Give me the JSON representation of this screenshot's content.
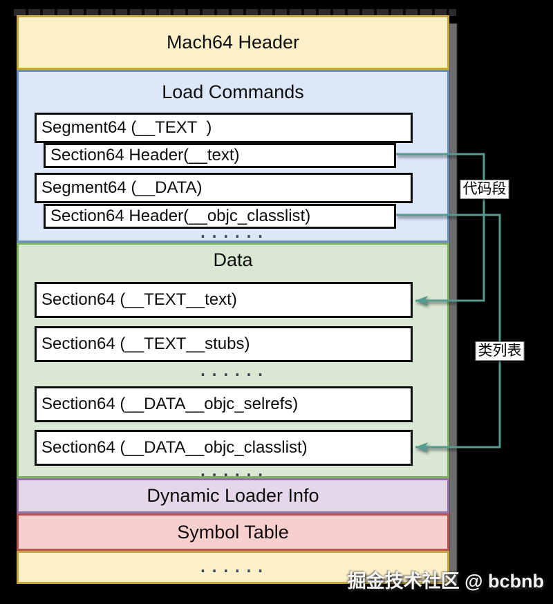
{
  "header": {
    "title": "Mach64 Header"
  },
  "load_commands": {
    "title": "Load Commands",
    "boxes": [
      {
        "label": "Segment64 (__TEXT  )"
      },
      {
        "label": "Section64 Header(__text)"
      },
      {
        "label": "Segment64 (__DATA)"
      },
      {
        "label": "Section64 Header(__objc_classlist)"
      }
    ],
    "ellipsis": "......"
  },
  "data_region": {
    "title": "Data",
    "boxes": [
      {
        "label": "Section64 (__TEXT__text)"
      },
      {
        "label": "Section64 (__TEXT__stubs)"
      },
      {
        "label": "Section64 (__DATA__objc_selrefs)"
      },
      {
        "label": "Section64 (__DATA__objc_classlist)"
      }
    ],
    "ellipsis_mid": "......",
    "ellipsis_end": "......"
  },
  "dynamic_loader": {
    "title": "Dynamic Loader Info"
  },
  "symbol_table": {
    "title": "Symbol Table"
  },
  "footer": {
    "ellipsis": "......"
  },
  "connectors": [
    {
      "label": "代码段"
    },
    {
      "label": "类列表"
    }
  ],
  "watermark": {
    "text": "掘金技术社区 @ bcbnb"
  },
  "colors": {
    "yellow_bg": "#FCF0C9",
    "yellow_border": "#C9A43F",
    "blue_bg": "#DCE7FA",
    "blue_border": "#6C8EBF",
    "green_bg": "#D8E8D2",
    "green_border": "#7FB25F",
    "purple_bg": "#E3D7E9",
    "purple_border": "#9673A6",
    "red_bg": "#F9CFCD",
    "red_border": "#B85450",
    "connector_teal": "#569B90",
    "background": "#000000"
  }
}
